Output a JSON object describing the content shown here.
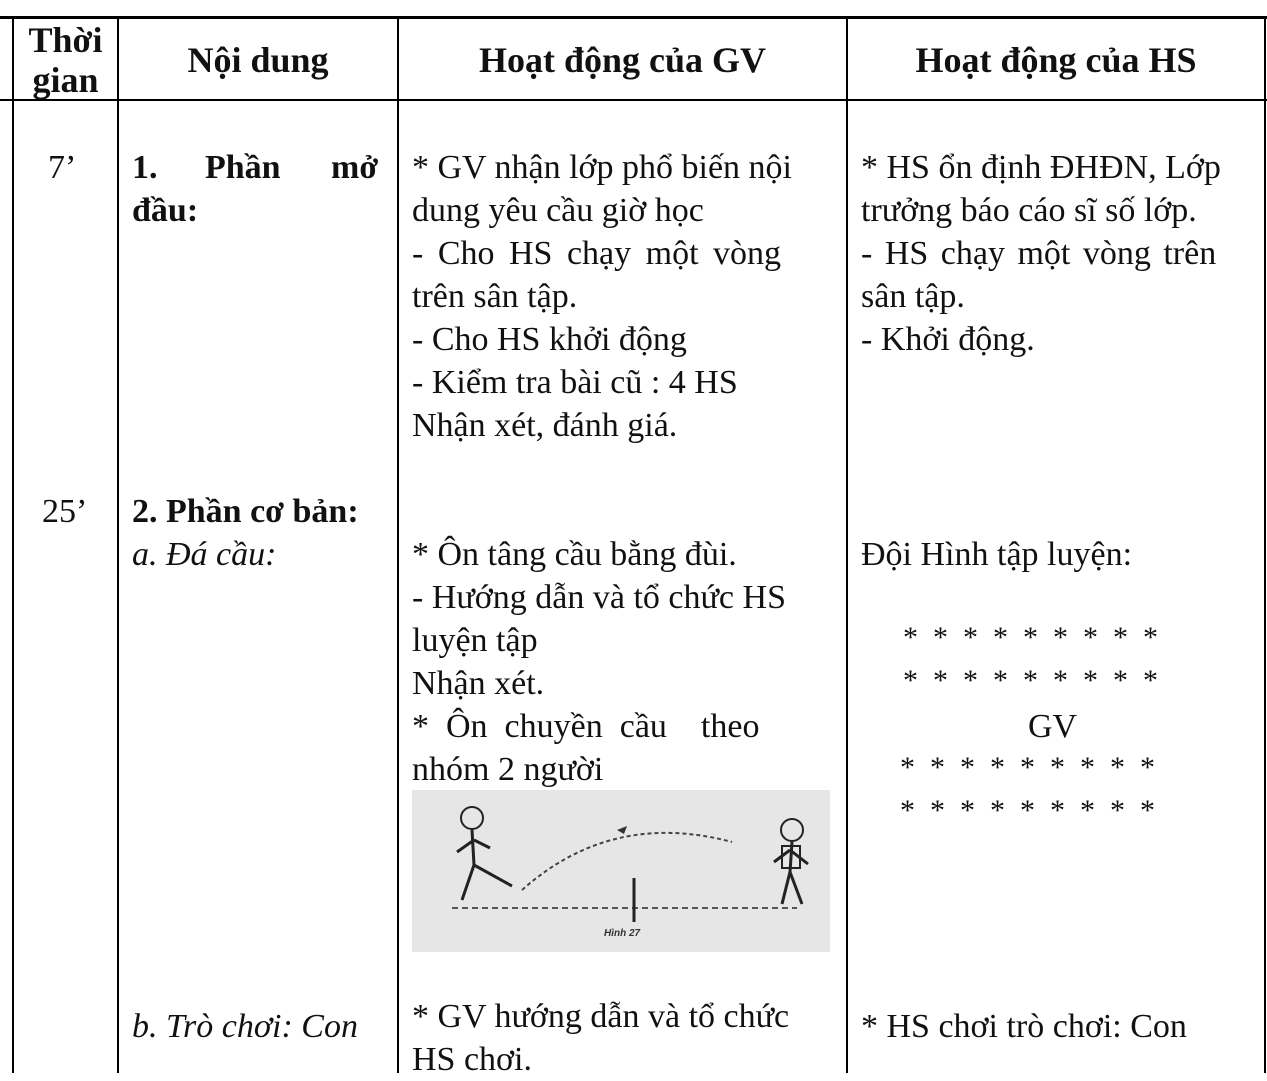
{
  "header": {
    "time_line1": "Thời",
    "time_line2": "gian",
    "content": "Nội dung",
    "gv": "Hoạt động của GV",
    "hs": "Hoạt động của HS"
  },
  "rows": {
    "r1": {
      "time": "7’",
      "content_num": "1.",
      "content_w1": "Phần",
      "content_w2": "mở",
      "content_line2": "đầu:",
      "gv": [
        "* GV nhận lớp phổ biến nội",
        "dung yêu cầu giờ học",
        "- Cho HS chạy một vòng",
        "trên sân tập.",
        "- Cho HS khởi động",
        "- Kiểm tra bài cũ :  4  HS",
        " Nhận xét, đánh giá."
      ],
      "hs": [
        "* HS ổn định ĐHĐN, Lớp",
        "trưởng báo cáo sĩ số lớp.",
        "- HS chạy một vòng trên",
        "sân tập.",
        "- Khởi động."
      ]
    },
    "r2": {
      "time": "25’",
      "content_title": "2. Phần cơ bản:",
      "content_sub": "a. Đá cầu:",
      "gv": [
        "* Ôn tâng cầu bằng đùi.",
        "- Hướng dẫn và tổ chức HS",
        "luyện tập",
        "Nhận xét.",
        "*  Ôn  chuyền  cầu    theo",
        "nhóm 2 người"
      ],
      "hs_title": "Đội Hình tập luyện:",
      "formation": {
        "row1": "*  *  *  *  *  *  *  *  *",
        "row2": "*  *  *  *  *  *  *  *  *",
        "gv": "GV",
        "row3": "*  *  *  *  *  *  *  *  *",
        "row4": "*  *  *  *  *  *  *  *  *"
      },
      "figure_caption": "Hình 27"
    },
    "r3": {
      "content": "b. Trò chơi: Con",
      "gv": [
        "* GV hướng dẫn và tổ chức",
        "HS chơi."
      ],
      "hs": "* HS chơi trò chơi: Con"
    }
  }
}
